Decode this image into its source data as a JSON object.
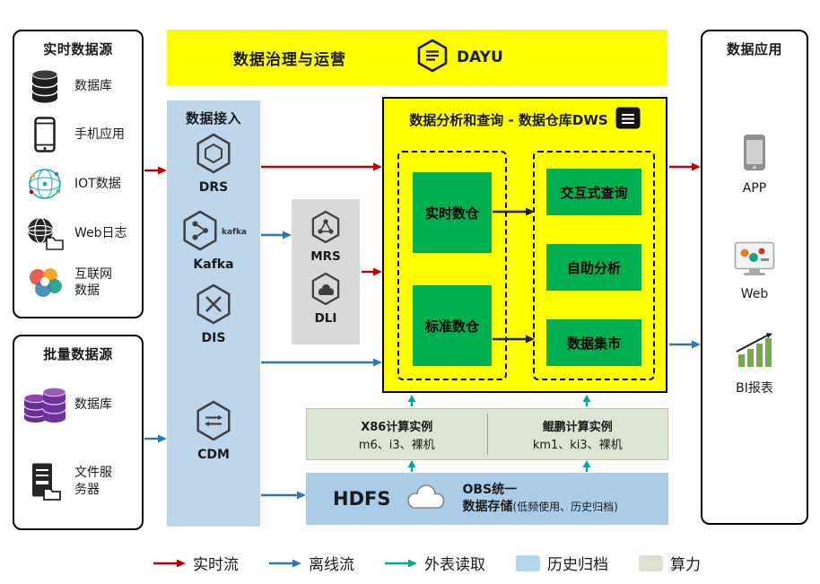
{
  "colors": {
    "realtime_flow": "#c00000",
    "offline_flow": "#2e75b6",
    "external_read": "#00a89c",
    "internal_flow": "#1f1f1f",
    "archive_fill": "#a9cde9",
    "compute_fill": "#dbe5d1",
    "highlight_yellow": "#fdfd00",
    "ingestion_blue": "#bdd6ea",
    "service_green": "#00b050",
    "processing_gray": "#d9d9d9"
  },
  "realtime_sources": {
    "title": "实时数据源",
    "items": [
      {
        "label": "数据库"
      },
      {
        "label": "手机应用"
      },
      {
        "label": "IOT数据"
      },
      {
        "label": "Web日志"
      },
      {
        "label": "互联网数据"
      }
    ]
  },
  "batch_sources": {
    "title": "批量数据源",
    "items": [
      {
        "label": "数据库"
      },
      {
        "label": "文件服务器"
      }
    ]
  },
  "governance": {
    "title": "数据治理与运营",
    "brand": "DAYU"
  },
  "ingestion": {
    "title": "数据接入",
    "services": [
      "DRS",
      "Kafka",
      "DIS",
      "CDM"
    ],
    "kafka_logo_text": "kafka"
  },
  "processing": {
    "services": [
      "MRS",
      "DLI"
    ]
  },
  "dws": {
    "title": "数据分析和查询 - 数据仓库DWS",
    "left_items": [
      "实时数仓",
      "标准数仓"
    ],
    "right_items": [
      "交互式查询",
      "自助分析",
      "数据集市"
    ]
  },
  "compute": {
    "x86_title": "X86计算实例",
    "x86_spec": "m6、i3、裸机",
    "kunpeng_title": "鲲鹏计算实例",
    "kunpeng_spec": "km1、ki3、裸机"
  },
  "storage": {
    "hdfs_label": "HDFS",
    "obs_line1": "OBS统一",
    "obs_line2": "数据存储",
    "obs_note": "(低频使用、历史归档)"
  },
  "applications": {
    "title": "数据应用",
    "items": [
      "APP",
      "Web",
      "BI报表"
    ]
  },
  "legend": {
    "realtime": "实时流",
    "offline": "离线流",
    "external": "外表读取",
    "archive": "历史归档",
    "compute": "算力"
  }
}
